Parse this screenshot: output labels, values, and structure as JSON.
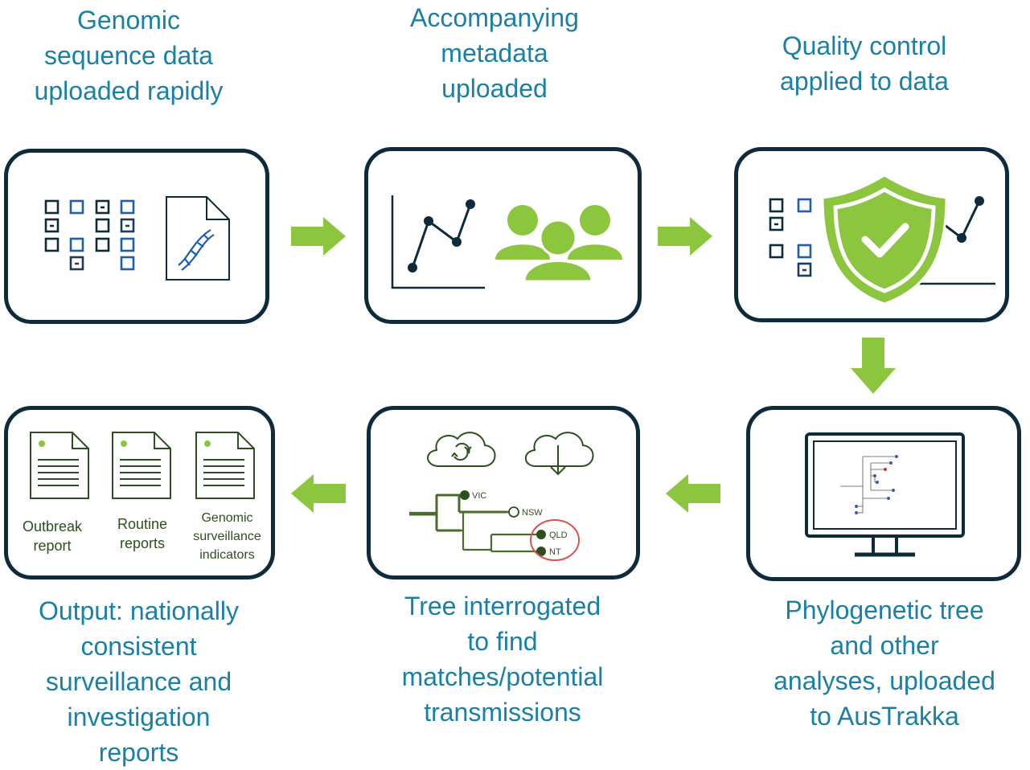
{
  "captions": {
    "step1": "Genomic\nsequence data\nuploaded rapidly",
    "step2": "Accompanying\nmetadata\nuploaded",
    "step3": "Quality control\napplied to data",
    "step4": "Phylogenetic tree\nand other\nanalyses, uploaded\nto AusTrakka",
    "step5": "Tree interrogated\nto find\nmatches/potential\ntransmissions",
    "step6": "Output: nationally\nconsistent\nsurveillance and\ninvestigation\nreports"
  },
  "tree": {
    "leaves": [
      "VIC",
      "NSW",
      "QLD",
      "NT"
    ]
  },
  "reports": {
    "outbreak": "Outbreak\nreport",
    "routine": "Routine\nreports",
    "indicators": "Genomic\nsurveillance\nindicators"
  },
  "colors": {
    "caption": "#1a80a6",
    "panel_border": "#0d2b3a",
    "accent_green": "#8cc63f",
    "navy": "#1f3a5f",
    "dark_green": "#2d4f1e",
    "highlight_red": "#d9534f"
  }
}
